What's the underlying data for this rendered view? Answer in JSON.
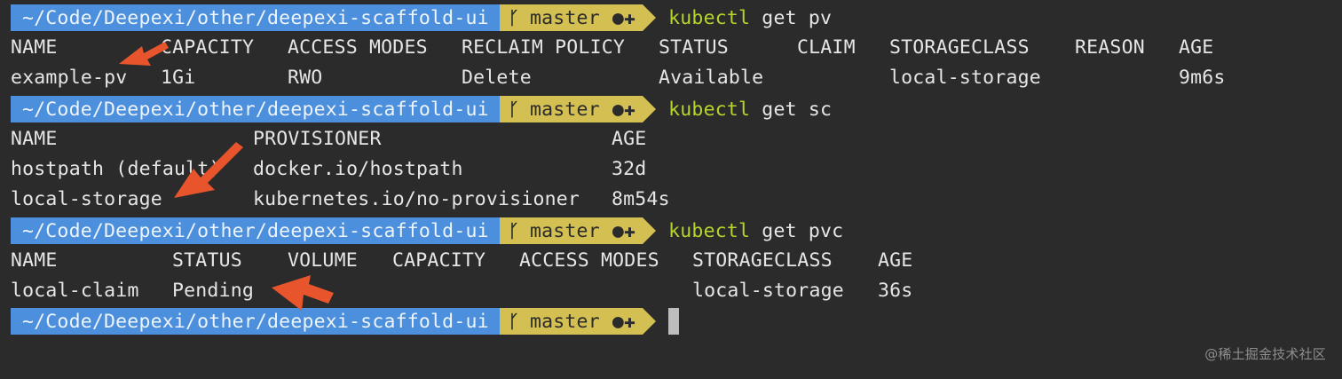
{
  "prompt": {
    "path": "~/Code/Deepexi/other/deepexi-scaffold-ui",
    "branch_icon": "git-branch-icon",
    "branch": "master",
    "status": "●✚"
  },
  "commands": [
    {
      "kw": "kubectl",
      "args": " get pv"
    },
    {
      "kw": "kubectl",
      "args": " get sc"
    },
    {
      "kw": "kubectl",
      "args": " get pvc"
    }
  ],
  "pv_table": {
    "headers": [
      "NAME",
      "CAPACITY",
      "ACCESS MODES",
      "RECLAIM POLICY",
      "STATUS",
      "CLAIM",
      "STORAGECLASS",
      "REASON",
      "AGE"
    ],
    "rows": [
      [
        "example-pv",
        "1Gi",
        "RWO",
        "Delete",
        "Available",
        "",
        "local-storage",
        "",
        "9m6s"
      ]
    ]
  },
  "sc_table": {
    "headers": [
      "NAME",
      "PROVISIONER",
      "AGE"
    ],
    "rows": [
      [
        "hostpath (default)",
        "docker.io/hostpath",
        "32d"
      ],
      [
        "local-storage",
        "kubernetes.io/no-provisioner",
        "8m54s"
      ]
    ]
  },
  "pvc_table": {
    "headers": [
      "NAME",
      "STATUS",
      "VOLUME",
      "CAPACITY",
      "ACCESS MODES",
      "STORAGECLASS",
      "AGE"
    ],
    "rows": [
      [
        "local-claim",
        "Pending",
        "",
        "",
        "",
        "local-storage",
        "36s"
      ]
    ]
  },
  "colors": {
    "background": "#2b2b2b",
    "path_segment": "#4c8fdc",
    "git_segment": "#d3bf52",
    "command_keyword": "#b6d52c",
    "annotation_arrow": "#e8552c"
  },
  "watermark": "@稀土掘金技术社区"
}
